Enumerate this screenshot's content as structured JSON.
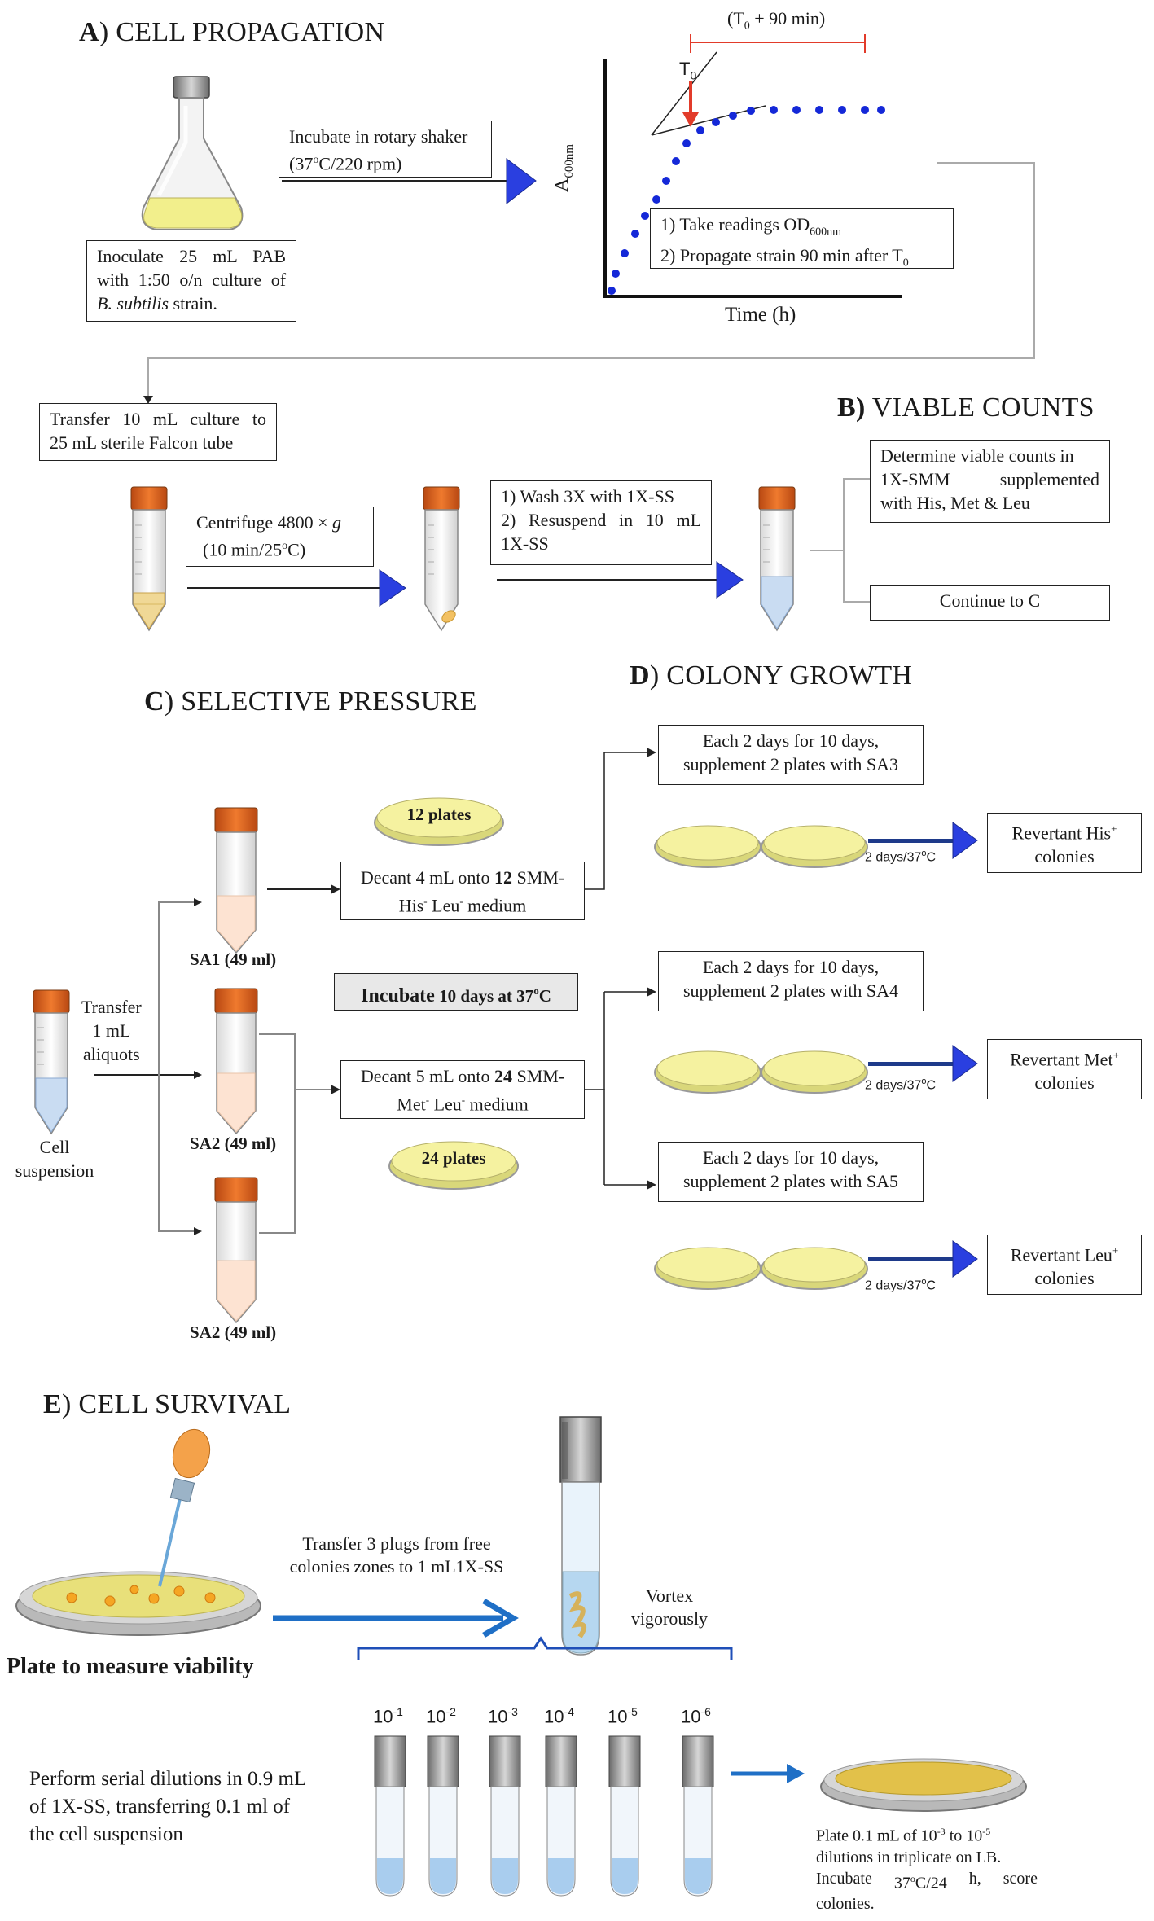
{
  "sections": {
    "a": {
      "letter": "A",
      "title": ") CELL PROPAGATION"
    },
    "b": {
      "letter": "B)",
      "title": " VIABLE COUNTS"
    },
    "c": {
      "letter": "C",
      "title": ") SELECTIVE PRESSURE"
    },
    "d": {
      "letter": "D",
      "title": ") COLONY GROWTH"
    },
    "e": {
      "letter": "E",
      "title": ") CELL SURVIVAL"
    }
  },
  "propagation": {
    "inoculate": {
      "l1a": "Inoculate",
      "l1b": "25",
      "l1c": "mL",
      "l1d": "PAB",
      "l2a": "with",
      "l2b": "1:50",
      "l2c": "o/n",
      "l2d": "culture",
      "l2e": "of",
      "l3a": "B. subtilis",
      "l3b": " strain."
    },
    "incubate": {
      "l1": "Incubate in rotary shaker",
      "l2a": "(37",
      "l2b": "o",
      "l2c": "C/220 rpm)"
    },
    "graph": {
      "bracket_a": "(T",
      "bracket_b": "0",
      "bracket_c": " + 90 min)",
      "t0_a": "T",
      "t0_b": "0",
      "ylabel_a": "A",
      "ylabel_b": "600nm",
      "xlabel": "Time (h)",
      "note1a": "1) Take readings OD",
      "note1b": "600nm",
      "note2a": "2) Propagate strain 90 min after T",
      "note2b": "0"
    },
    "transfer": {
      "l1a": "Transfer",
      "l1b": "10",
      "l1c": "mL",
      "l1d": "culture",
      "l1e": "to",
      "l2": "25 mL sterile Falcon tube"
    }
  },
  "viable": {
    "centrifuge": {
      "l1a": "Centrifuge 4800 × ",
      "l1b": "g",
      "l2a": "(10 min/25",
      "l2b": "o",
      "l2c": "C)"
    },
    "wash": {
      "l1": "1) Wash 3X with 1X-SS",
      "l2a": "2)",
      "l2b": "Resuspend",
      "l2c": "in",
      "l2d": "10",
      "l2e": "mL",
      "l3": "1X-SS"
    },
    "determine": {
      "l1": "Determine viable counts in",
      "l2a": "1X-SMM",
      "l2b": "supplemented",
      "l3": "with His, Met & Leu"
    },
    "continue": "Continue to C"
  },
  "selective": {
    "transfer": {
      "l1": "Transfer",
      "l2": "1 mL",
      "l3": "aliquots"
    },
    "cell": {
      "l1": "Cell",
      "l2": "suspension"
    },
    "sa1": "SA1 (49 ml)",
    "sa2": "SA2 (49 ml)",
    "sa2b": "SA2 (49 ml)",
    "plates12": "12 plates",
    "plates24": "24 plates",
    "incubate": {
      "a": "Incubate",
      "b": " 10 days at 37",
      "c": "o",
      "d": "C"
    },
    "decant4": {
      "l1a": "Decant 4 mL onto ",
      "l1b": "12",
      "l1c": " SMM-",
      "l2a": "His",
      "l2b": "-",
      "l2c": " Leu",
      "l2d": "-",
      "l2e": " medium"
    },
    "decant5": {
      "l1a": "Decant 5 mL onto ",
      "l1b": "24",
      "l1c": " SMM-",
      "l2a": "Met",
      "l2b": "-",
      "l2c": " Leu",
      "l2d": "-",
      "l2e": " medium"
    }
  },
  "colony": {
    "each_l1": "Each 2 days for 10 days,",
    "sa3": "supplement 2 plates with SA3",
    "sa4": "supplement 2 plates with SA4",
    "sa5": "supplement 2 plates with SA5",
    "days_a": "2 days/37",
    "days_b": "o",
    "days_c": "C",
    "his": {
      "a": "Revertant His",
      "b": "+",
      "c": "colonies"
    },
    "met": {
      "a": "Revertant Met",
      "b": "+",
      "c": "colonies"
    },
    "leu": {
      "a": "Revertant Leu",
      "b": "+",
      "c": "colonies"
    }
  },
  "survival": {
    "plate_label": "Plate to measure viability",
    "transfer_l1": "Transfer 3 plugs from free",
    "transfer_l2": "colonies zones to 1 mL1X-SS",
    "vortex_l1": "Vortex",
    "vortex_l2": "vigorously",
    "dilutions": [
      "10",
      "10",
      "10",
      "10",
      "10",
      "10"
    ],
    "exponents": [
      "-1",
      "-2",
      "-3",
      "-4",
      "-5",
      "-6"
    ],
    "serial_l1": "Perform serial dilutions in 0.9 mL",
    "serial_l2": "of 1X-SS, transferring 0.1 ml of",
    "serial_l3": "the cell suspension",
    "plate_l1a": "Plate 0.1 mL of 10",
    "plate_l1b": "-3",
    "plate_l1c": " to 10",
    "plate_l1d": "-5",
    "plate_l2": "dilutions in triplicate on LB.",
    "plate_l3a": "Incubate",
    "plate_l3b": "37",
    "plate_l3c": "o",
    "plate_l3d": "C/24",
    "plate_l3e": "h,",
    "plate_l3f": "score",
    "plate_l4": "colonies."
  },
  "colors": {
    "arrow_blue": "#2a3fe0",
    "dark_arrow": "#1f4fb8",
    "cap_orange": "#d9651c",
    "agar": "#f2ef9a",
    "dot_blue": "#1428d8",
    "red": "#e23b2a"
  }
}
